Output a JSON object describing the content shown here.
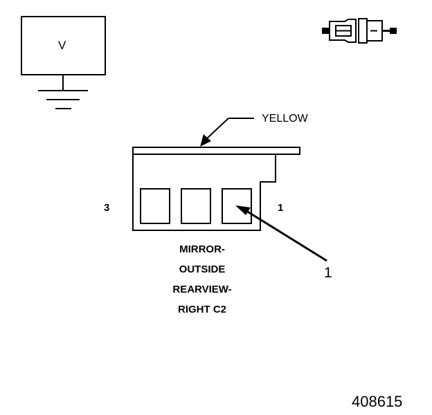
{
  "meter": {
    "label": "V"
  },
  "wire": {
    "color_label": "YELLOW"
  },
  "connector": {
    "pin_left": "3",
    "pin_right": "1",
    "name_lines": [
      "MIRROR-",
      "OUTSIDE",
      "REARVIEW-",
      "RIGHT C2"
    ]
  },
  "callout": {
    "number": "1"
  },
  "figure": {
    "number": "408615"
  },
  "icons": {
    "meter": "voltmeter-icon",
    "ground": "ground-symbol-icon",
    "connector": "connector-plug-icon",
    "pointer": "arrow-icon"
  }
}
